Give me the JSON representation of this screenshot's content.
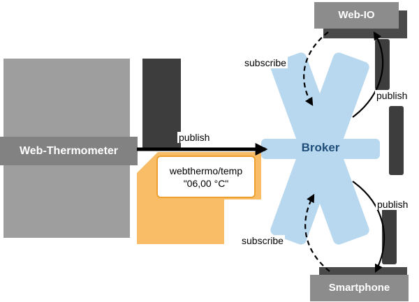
{
  "diagram": {
    "nodes": {
      "web_thermometer": {
        "label": "Web-Thermometer"
      },
      "broker": {
        "label": "Broker"
      },
      "web_io": {
        "label": "Web-IO"
      },
      "smartphone": {
        "label": "Smartphone"
      }
    },
    "message": {
      "topic": "webthermo/temp",
      "payload": "\"06,00 °C\""
    },
    "labels": {
      "publish_main": "publish",
      "subscribe_top": "subscribe",
      "publish_top_right": "publish",
      "subscribe_bottom": "subscribe",
      "publish_bottom_right": "publish"
    },
    "colors": {
      "node_gray": "#8c8c8c",
      "band_gray": "#828282",
      "shadow_gray": "#4a4a4a",
      "dark_panel": "#3d3d3d",
      "broker_blue": "#b8d8f0",
      "broker_text": "#1f4e79",
      "highlight_orange": "#f9bd67",
      "message_border": "#ee9f2e"
    }
  }
}
